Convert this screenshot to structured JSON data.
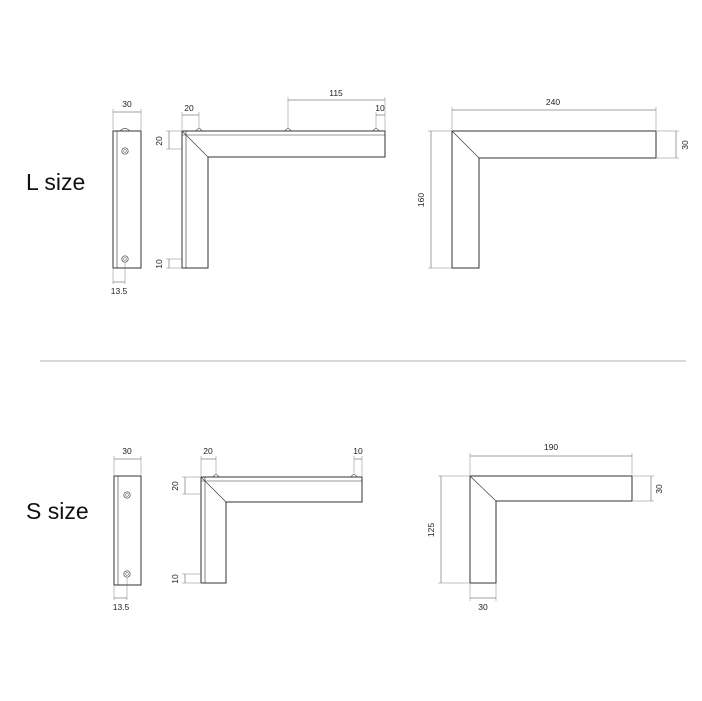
{
  "l_size": {
    "title": "L size",
    "front": {
      "width": "30",
      "hole_offset": "13.5"
    },
    "side": {
      "cap": "20",
      "span": "115",
      "tip": "10",
      "top_edge": "20",
      "bottom_edge": "10"
    },
    "overall": {
      "width": "240",
      "height": "160",
      "thickness": "30"
    }
  },
  "s_size": {
    "title": "S size",
    "front": {
      "width": "30",
      "hole_offset": "13.5"
    },
    "side": {
      "cap": "20",
      "tip": "10",
      "top_edge": "20",
      "bottom_edge": "10"
    },
    "overall": {
      "width": "190",
      "height": "125",
      "thickness": "30",
      "leg": "30"
    }
  }
}
